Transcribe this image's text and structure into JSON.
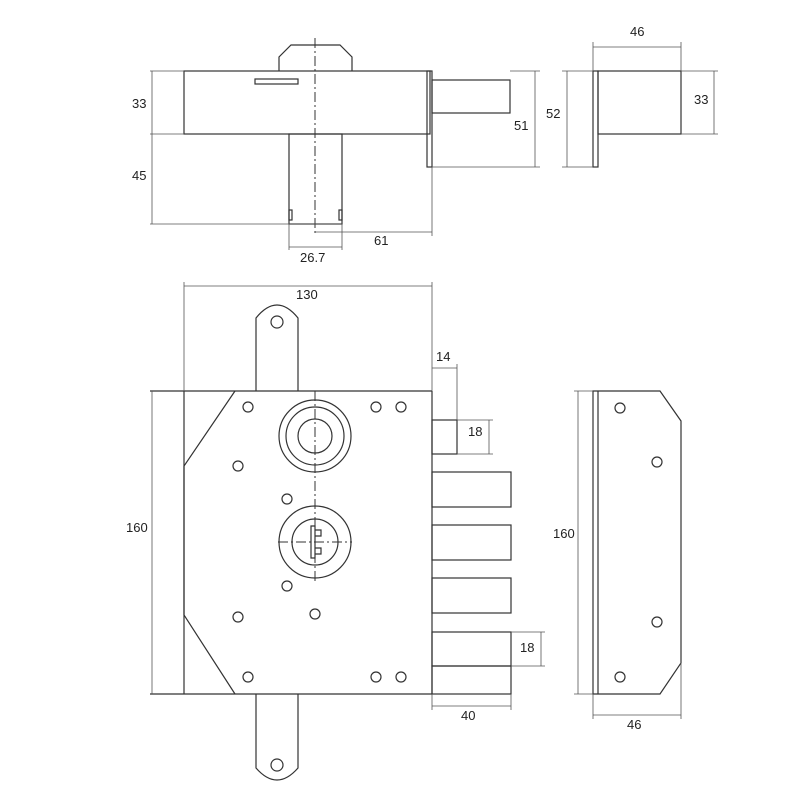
{
  "dimensions": {
    "side_width": "46",
    "side_height_total": "52",
    "side_height_box": "33",
    "top_height_body": "33",
    "top_height_lower": "45",
    "top_depth_bolt": "51",
    "cylinder_width": "26.7",
    "cylinder_offset": "61",
    "front_width": "130",
    "latch_projection": "14",
    "latch_height": "18",
    "front_height": "160",
    "bolt_height": "18",
    "bolt_projection": "40",
    "plate_height": "160",
    "plate_width": "46"
  },
  "colors": {
    "line": "#333333",
    "background": "#ffffff"
  }
}
